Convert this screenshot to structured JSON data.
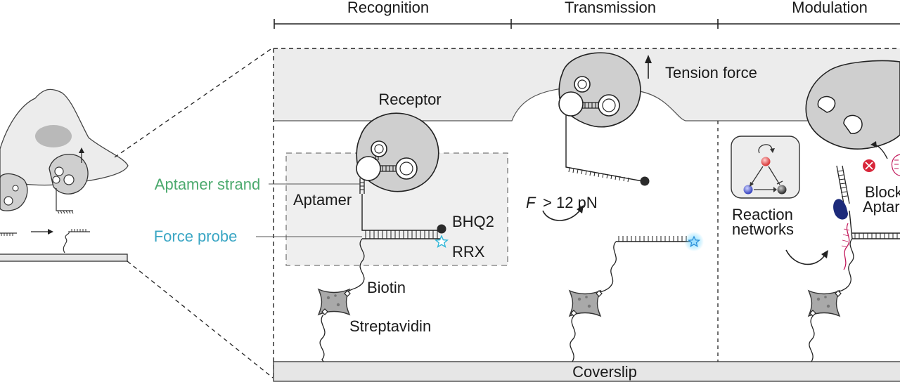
{
  "stages": {
    "recognition": "Recognition",
    "transmission": "Transmission",
    "modulation": "Modulation"
  },
  "labels": {
    "receptor": "Receptor",
    "tension_force": "Tension force",
    "aptamer_strand": "Aptamer strand",
    "aptamer": "Aptamer",
    "force_probe": "Force probe",
    "bhq2": "BHQ2",
    "rrx": "RRX",
    "force_f": "F",
    "force_rest": "> 12 pN",
    "biotin": "Biotin",
    "streptavidin": "Streptavidin",
    "coverslip": "Coverslip",
    "reaction_line1": "Reaction",
    "reaction_line2": "networks",
    "blocking_line1": "Block",
    "blocking_line2": "Aptar"
  },
  "colors": {
    "aptamer_strand": "#4caa6e",
    "force_probe": "#3aa6c4",
    "cell_fill": "#ececec",
    "receptor_fill": "#cfcfcf",
    "glow": "#5ad0ff",
    "node_red": "#e85b5b",
    "node_blue": "#4d5bd0",
    "node_dark": "#444444",
    "blocker_red": "#d8263a",
    "aptamer_navy": "#1c2a7a"
  }
}
